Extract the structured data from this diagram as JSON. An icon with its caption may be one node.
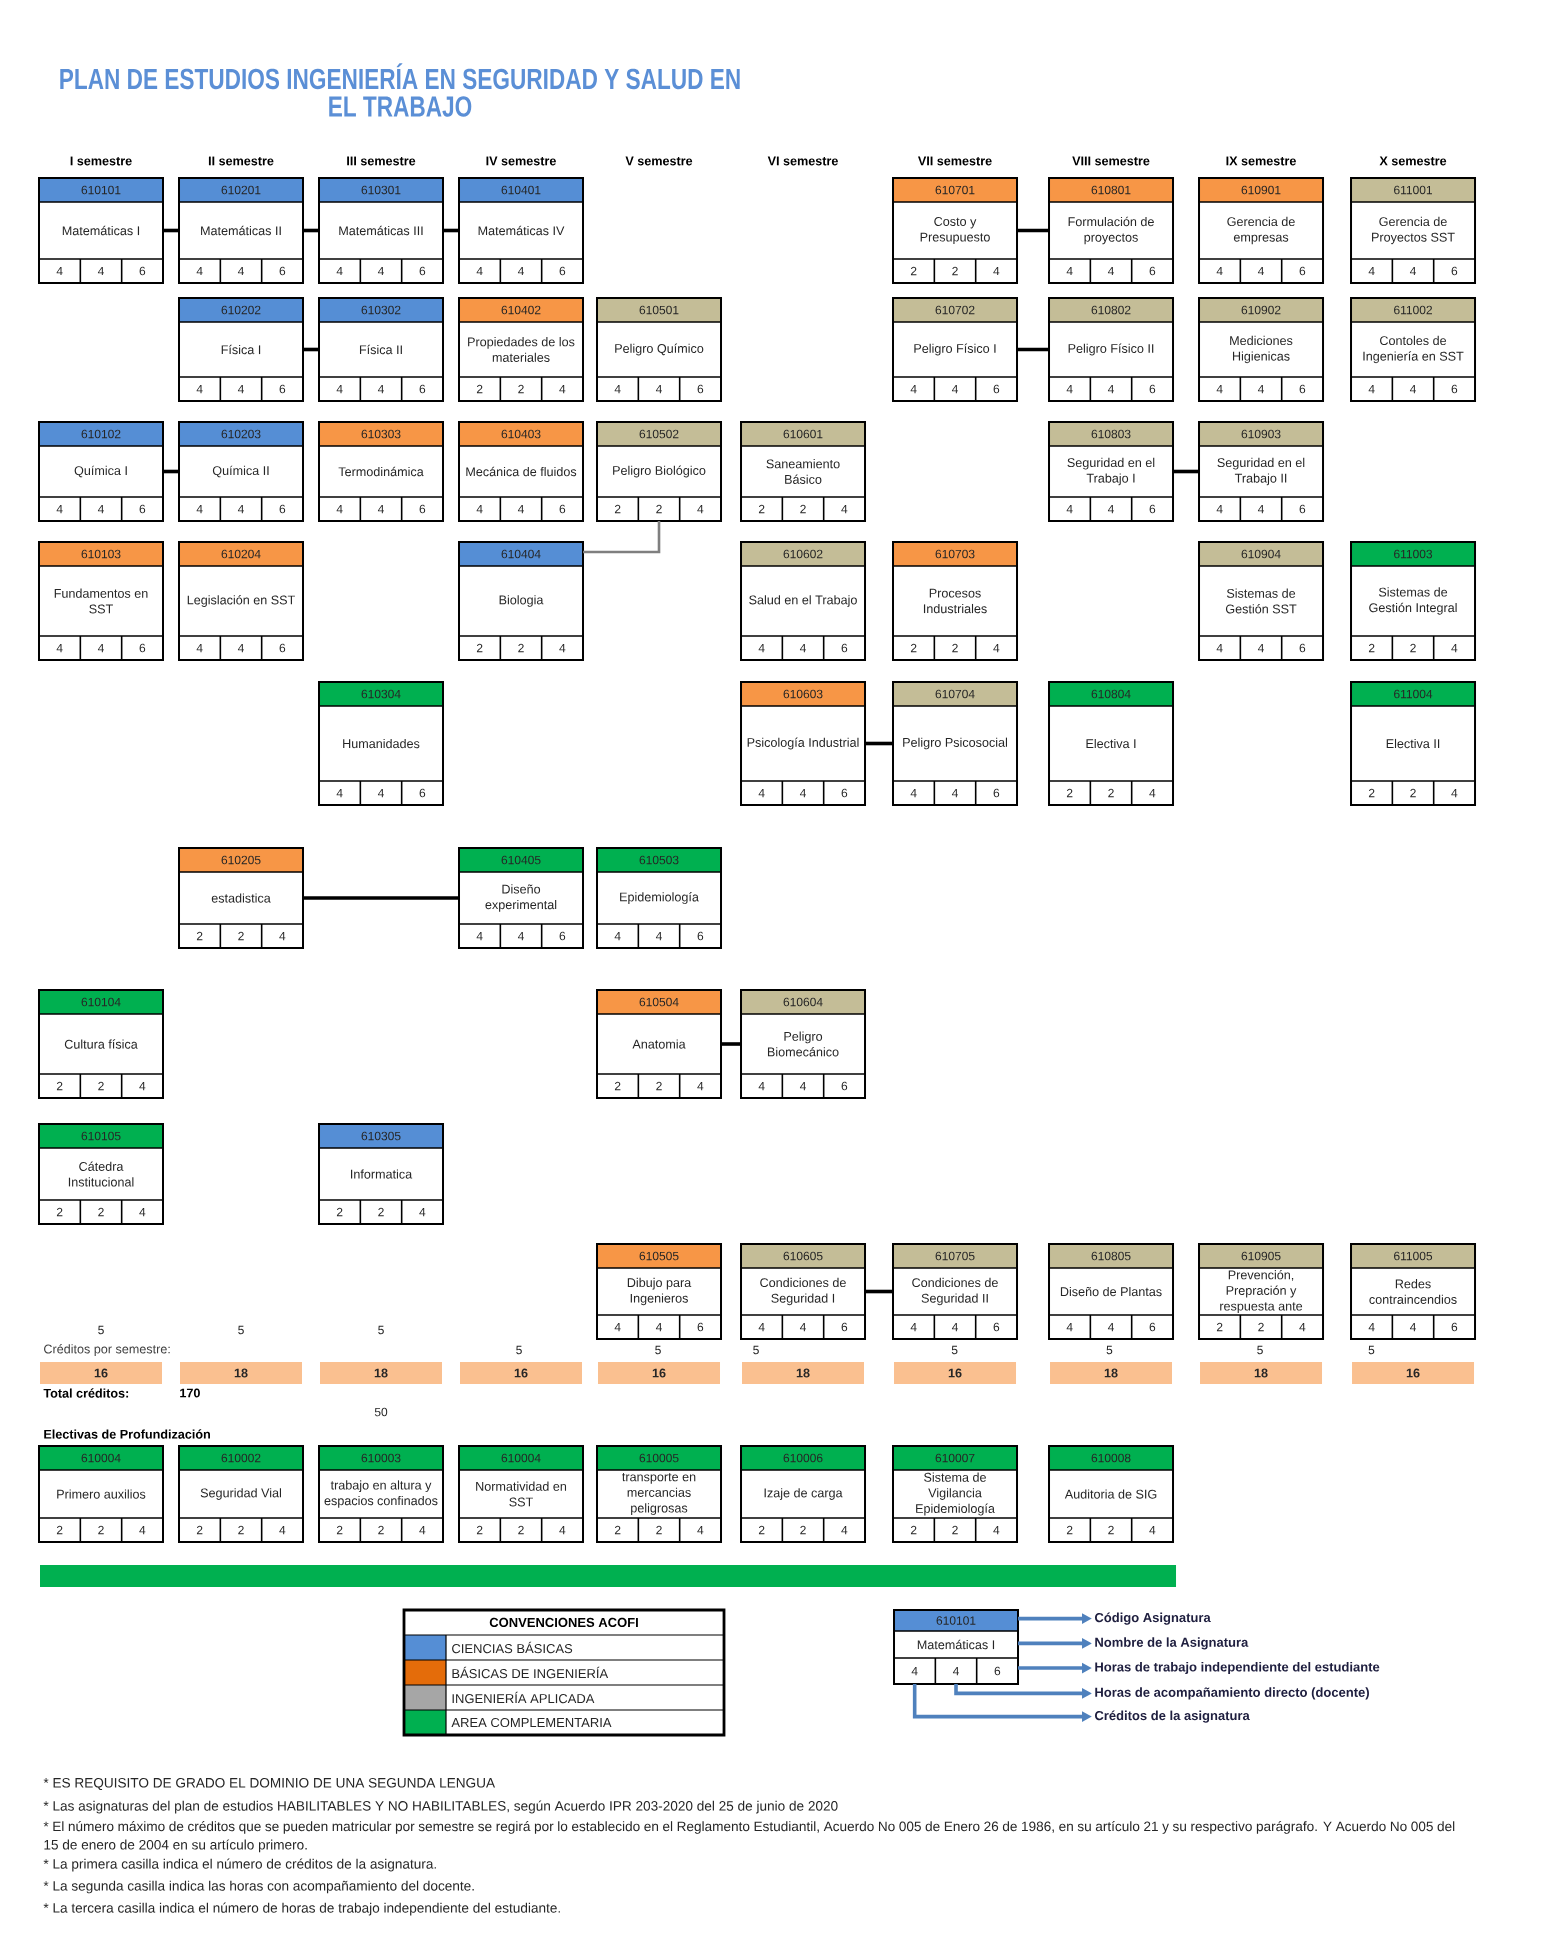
{
  "diagram": {
    "title": "PLAN DE ESTUDIOS INGENIERÍA EN SEGURIDAD Y SALUD EN EL TRABAJO",
    "nodes": [
      {
        "text": [
          "610101",
          "Matemáticas I",
          "4",
          "4",
          "6"
        ]
      },
      {
        "text": [
          "610201",
          "Matemáticas II",
          "4",
          "4",
          "6"
        ]
      },
      {
        "text": [
          "610301",
          "Matemáticas III",
          "4",
          "4",
          "6"
        ]
      },
      {
        "text": [
          "610401",
          "Matemáticas IV",
          "4",
          "4",
          "6"
        ]
      },
      {
        "text": [
          "610701",
          "Costo y Presupuesto",
          "2",
          "2",
          "4"
        ]
      },
      {
        "text": [
          "610801",
          "Formulación de proyectos",
          "4",
          "4",
          "6"
        ]
      },
      {
        "text": [
          "610901",
          "Gerencia de empresas",
          "4",
          "4",
          "6"
        ]
      },
      {
        "text": [
          "611001",
          "Gerencia de Proyectos SST",
          "4",
          "4",
          "6"
        ]
      },
      {
        "text": [
          "610202",
          "Física I",
          "4",
          "4",
          "6"
        ]
      },
      {
        "text": [
          "610302",
          "Física II",
          "4",
          "4",
          "6"
        ]
      },
      {
        "text": [
          "610402",
          "Propiedades de los materiales",
          "2",
          "2",
          "4"
        ]
      },
      {
        "text": [
          "610501",
          "Peligro Químico",
          "4",
          "4",
          "6"
        ]
      },
      {
        "text": [
          "610702",
          "Peligro Físico I",
          "4",
          "4",
          "6"
        ]
      },
      {
        "text": [
          "610802",
          "Peligro Físico II",
          "4",
          "4",
          "6"
        ]
      },
      {
        "text": [
          "610902",
          "Mediciones Higienicas",
          "4",
          "4",
          "6"
        ]
      },
      {
        "text": [
          "611002",
          "Contoles de Ingeniería en SST",
          "4",
          "4",
          "6"
        ]
      },
      {
        "text": [
          "610102",
          "Química I",
          "4",
          "4",
          "6"
        ]
      },
      {
        "text": [
          "610203",
          "Química II",
          "4",
          "4",
          "6"
        ]
      },
      {
        "text": [
          "610303",
          "Termodinámica",
          "4",
          "4",
          "6"
        ]
      },
      {
        "text": [
          "610403",
          "Mecánica de fluidos",
          "4",
          "4",
          "6"
        ]
      },
      {
        "text": [
          "610502",
          "Peligro Biológico",
          "2",
          "2",
          "4"
        ]
      },
      {
        "text": [
          "610601",
          "Saneamiento Básico",
          "2",
          "2",
          "4"
        ]
      },
      {
        "text": [
          "610803",
          "Seguridad en el Trabajo I",
          "4",
          "4",
          "6"
        ]
      },
      {
        "text": [
          "610903",
          "Seguridad en el Trabajo II",
          "4",
          "4",
          "6"
        ]
      },
      {
        "text": [
          "610103",
          "Fundamentos en SST",
          "4",
          "4",
          "6"
        ]
      },
      {
        "text": [
          "610204",
          "Legislación en SST",
          "4",
          "4",
          "6"
        ]
      },
      {
        "text": [
          "610404",
          "Biologia",
          "2",
          "2",
          "4"
        ]
      },
      {
        "text": [
          "610602",
          "Salud en el Trabajo",
          "4",
          "4",
          "6"
        ]
      },
      {
        "text": [
          "610703",
          "Procesos Industriales",
          "2",
          "2",
          "4"
        ]
      },
      {
        "text": [
          "610904",
          "Sistemas de Gestión SST",
          "4",
          "4",
          "6"
        ]
      },
      {
        "text": [
          "611003",
          "Sistemas de Gestión Integral",
          "2",
          "2",
          "4"
        ]
      },
      {
        "text": [
          "610304",
          "Humanidades",
          "4",
          "4",
          "6"
        ]
      },
      {
        "text": [
          "610603",
          "Psicología Industrial",
          "4",
          "4",
          "6"
        ]
      },
      {
        "text": [
          "610704",
          "Peligro Psicosocial",
          "4",
          "4",
          "6"
        ]
      },
      {
        "text": [
          "610804",
          "Electiva I",
          "2",
          "2",
          "4"
        ]
      },
      {
        "text": [
          "611004",
          "Electiva II",
          "2",
          "2",
          "4"
        ]
      },
      {
        "text": [
          "610205",
          "estadistica",
          "2",
          "2",
          "4"
        ]
      },
      {
        "text": [
          "610405",
          "Diseño experimental",
          "4",
          "4",
          "6"
        ]
      },
      {
        "text": [
          "610503",
          "Epidemiología",
          "4",
          "4",
          "6"
        ]
      },
      {
        "text": [
          "610104",
          "Cultura física",
          "2",
          "2",
          "4"
        ]
      },
      {
        "text": [
          "610504",
          "Anatomia",
          "2",
          "2",
          "4"
        ]
      },
      {
        "text": [
          "610604",
          "Peligro Biomecánico",
          "4",
          "4",
          "6"
        ]
      },
      {
        "text": [
          "610105",
          "Cátedra Institucional",
          "2",
          "2",
          "4"
        ]
      },
      {
        "text": [
          "610305",
          "Informatica",
          "2",
          "2",
          "4"
        ]
      },
      {
        "text": [
          "610505",
          "Dibujo para Ingenieros",
          "4",
          "4",
          "6"
        ]
      },
      {
        "text": [
          "610605",
          "Condiciones de Seguridad I",
          "4",
          "4",
          "6"
        ]
      },
      {
        "text": [
          "610705",
          "Condiciones de Seguridad II",
          "4",
          "4",
          "6"
        ]
      },
      {
        "text": [
          "610805",
          "Diseño de Plantas",
          "4",
          "4",
          "6"
        ]
      },
      {
        "text": [
          "610905",
          "Prevención, Prepración y respuesta ante",
          "2",
          "2",
          "4"
        ]
      },
      {
        "text": [
          "611005",
          "Redes contraincendios",
          "4",
          "4",
          "6"
        ]
      },
      {
        "text": [
          "16"
        ]
      },
      {
        "text": [
          "18"
        ]
      },
      {
        "text": [
          "18"
        ]
      },
      {
        "text": [
          "16"
        ]
      },
      {
        "text": [
          "16"
        ]
      },
      {
        "text": [
          "18"
        ]
      },
      {
        "text": [
          "16"
        ]
      },
      {
        "text": [
          "18"
        ]
      },
      {
        "text": [
          "18"
        ]
      },
      {
        "text": [
          "16"
        ]
      },
      {
        "text": [
          "610004",
          "Primero auxilios",
          "2",
          "2",
          "4"
        ]
      },
      {
        "text": [
          "610002",
          "Seguridad Vial",
          "2",
          "2",
          "4"
        ]
      },
      {
        "text": [
          "610003",
          "trabajo en altura y espacios confinados",
          "2",
          "2",
          "4"
        ]
      },
      {
        "text": [
          "610004",
          "Normatividad en SST",
          "2",
          "2",
          "4"
        ]
      },
      {
        "text": [
          "610005",
          "transporte en mercancias peligrosas",
          "2",
          "2",
          "4"
        ]
      },
      {
        "text": [
          "610006",
          "Izaje de carga",
          "2",
          "2",
          "4"
        ]
      },
      {
        "text": [
          "610007",
          "Sistema de Vigilancia Epidemiología",
          "2",
          "2",
          "4"
        ]
      },
      {
        "text": [
          "610008",
          "Auditoria de SIG",
          "2",
          "2",
          "4"
        ]
      },
      {
        "text": [
          "610101",
          "Matemáticas I",
          "4",
          "4",
          "6"
        ]
      },
      {
        "text": [
          "Código Asignatura"
        ]
      },
      {
        "text": [
          "Nombre de la Asignatura"
        ]
      },
      {
        "text": [
          "Horas de trabajo independiente del estudiante"
        ]
      },
      {
        "text": [
          "Horas de acompañamiento directo (docente)"
        ]
      },
      {
        "text": [
          "Créditos de la asignatura"
        ]
      }
    ],
    "edges": [
      {
        "from": 0,
        "to": 1,
        "arrow": "none"
      },
      {
        "from": 1,
        "to": 2,
        "arrow": "none"
      },
      {
        "from": 2,
        "to": 3,
        "arrow": "none"
      },
      {
        "from": 4,
        "to": 5,
        "arrow": "none"
      },
      {
        "from": 8,
        "to": 9,
        "arrow": "none"
      },
      {
        "from": 12,
        "to": 13,
        "arrow": "none"
      },
      {
        "from": 16,
        "to": 17,
        "arrow": "none"
      },
      {
        "from": 20,
        "to": 26,
        "arrow": "none",
        "color": "#7f7f7f"
      },
      {
        "from": 22,
        "to": 23,
        "arrow": "none"
      },
      {
        "from": 32,
        "to": 33,
        "arrow": "none"
      },
      {
        "from": 36,
        "to": 37,
        "arrow": "none"
      },
      {
        "from": 40,
        "to": 41,
        "arrow": "none"
      },
      {
        "from": 45,
        "to": 46,
        "arrow": "none"
      },
      {
        "from": 68,
        "to": 69,
        "arrow": "to",
        "color": "#4f81bd"
      },
      {
        "from": 68,
        "to": 70,
        "arrow": "to",
        "color": "#4f81bd"
      },
      {
        "from": 68,
        "to": 71,
        "arrow": "to",
        "color": "#4f81bd"
      },
      {
        "from": 68,
        "to": 72,
        "arrow": "to",
        "color": "#4f81bd"
      },
      {
        "from": 68,
        "to": 73,
        "arrow": "to",
        "color": "#4f81bd"
      }
    ],
    "labels": [
      "I semestre",
      "II semestre",
      "III semestre",
      "IV semestre",
      "V semestre",
      "VI semestre",
      "VII semestre",
      "VIII semestre",
      "IX semestre",
      "X semestre",
      "5",
      "5",
      "5",
      "Créditos por semestre:",
      "5",
      "5",
      "5",
      "5",
      "5",
      "5",
      "5",
      "Total créditos:",
      "170",
      "50",
      "Electivas de Profundización",
      "CONVENCIONES ACOFI",
      "* ES REQUISITO DE GRADO EL DOMINIO DE UNA SEGUNDA LENGUA",
      "* Las asignaturas del plan de estudios HABILITABLES Y NO HABILITABLES, según Acuerdo IPR 203-2020 del 25 de junio de 2020",
      "* El número máximo de créditos que se pueden matricular por semestre se regirá por lo establecido en el Reglamento Estudiantil, Acuerdo No 005 de Enero 26 de 1986, en su artículo 21 y su respectivo parágrafo. Y Acuerdo No 005 del 15 de enero de 2004 en su artículo primero.",
      "* La primera casilla indica el número de créditos de la asignatura.",
      "* La segunda casilla indica las horas con acompañamiento del docente.",
      "* La tercera casilla indica el número de horas de trabajo independiente del estudiante."
    ],
    "legend": [
      {
        "text": "CIENCIAS BÁSICAS",
        "color": "#558ed5"
      },
      {
        "text": "BÁSICAS DE INGENIERÍA",
        "color": "#e46c0a"
      },
      {
        "text": "INGENIERÍA APLICADA",
        "color": "#a6a6a6"
      },
      {
        "text": "AREA COMPLEMENTARIA",
        "color": "#00b050"
      }
    ]
  }
}
